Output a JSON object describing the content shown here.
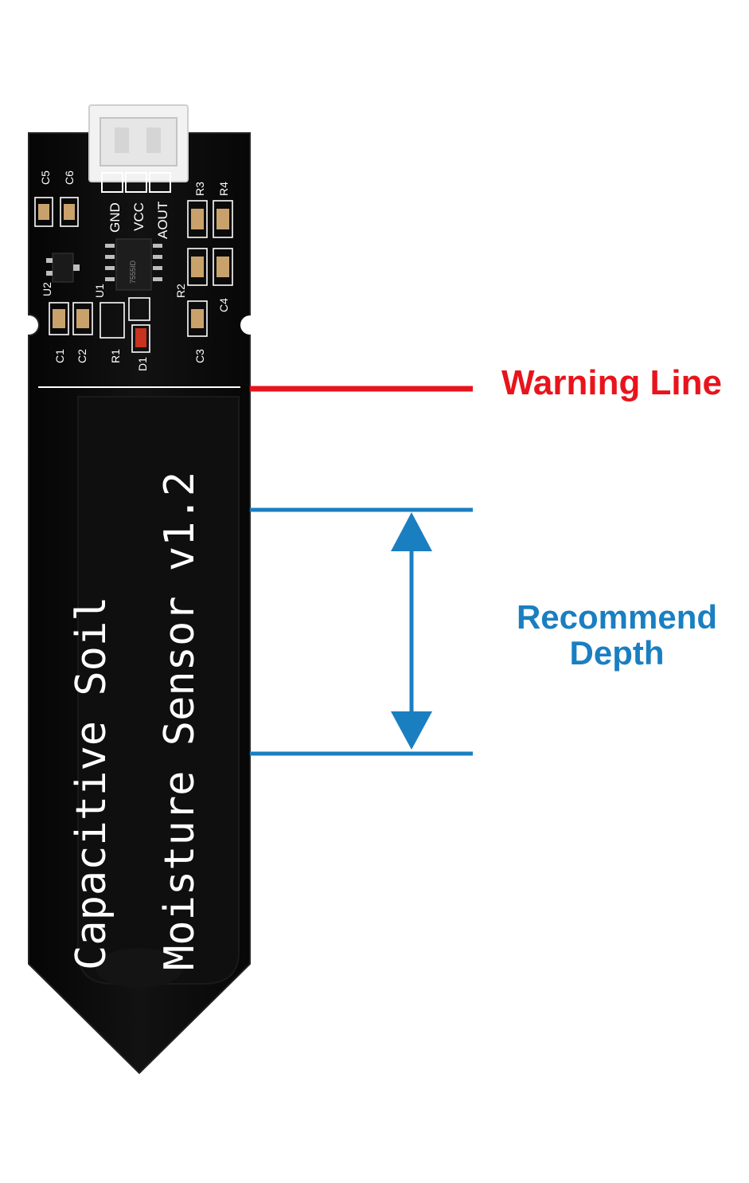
{
  "colors": {
    "background": "#ffffff",
    "board": "#0b0b0b",
    "board_edge": "#1c1c1c",
    "silkscreen": "#ffffff",
    "connector": "#f2f2f2",
    "warning": "#e8141c",
    "depth": "#1a7fc1"
  },
  "board": {
    "title_line1": "Capacitive Soil",
    "title_line2": "Moisture Sensor v1.2",
    "pins": [
      "GND",
      "VCC",
      "AOUT"
    ],
    "component_labels": {
      "c5": "C5",
      "c6": "C6",
      "u2": "U2",
      "u1": "U1",
      "c1": "C1",
      "c2": "C2",
      "r1": "R1",
      "d1": "D1",
      "r2": "R2",
      "r3": "R3",
      "r4": "R4",
      "c3": "C3",
      "c4": "C4"
    },
    "chip_marking": "7555ID"
  },
  "annotations": {
    "warning_line": "Warning Line",
    "depth_line1": "Recommend",
    "depth_line2": "Depth"
  }
}
